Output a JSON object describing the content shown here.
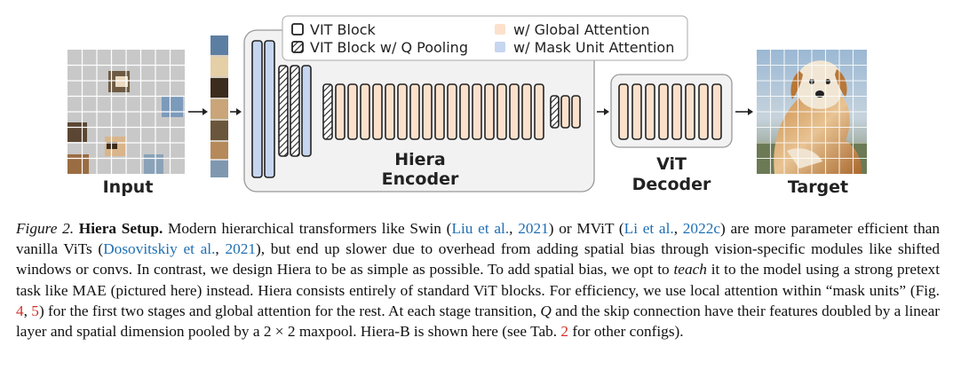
{
  "figure": {
    "legend": {
      "vit_block": "VIT Block",
      "vit_block_qpool": "VIT Block w/ Q Pooling",
      "global_attention": "w/ Global Attention",
      "mask_unit_attention": "w/ Mask Unit Attention"
    },
    "labels": {
      "input": "Input",
      "encoder_line1": "Hiera",
      "encoder_line2": "Encoder",
      "decoder_line1": "ViT",
      "decoder_line2": "Decoder",
      "target": "Target"
    },
    "colors": {
      "mask_unit_block": "#c6d6f0",
      "global_block": "#fbe1cc",
      "block_border": "#222222",
      "mask_grey": "#c8c8c8",
      "encoder_panel": "#f2f2f2"
    }
  },
  "caption": {
    "figure_label": "Figure 2.",
    "title": "Hiera Setup.",
    "t1": " Modern hierarchical transformers like Swin (",
    "cite_liu": "Liu et al.",
    "c1": ", ",
    "cite_liu_year": "2021",
    "t2": ") or MViT (",
    "cite_li": "Li et al.",
    "c2": ", ",
    "cite_li_year": "2022c",
    "t3": ") are more parameter efficient than vanilla ViTs (",
    "cite_dos": "Dosovitskiy et al.",
    "c3": ", ",
    "cite_dos_year": "2021",
    "t4": "), but end up slower due to overhead from adding spatial bias through vision-specific modules like shifted windows or convs. In contrast, we design Hiera to be as simple as possible. To add spatial bias, we opt to ",
    "teach": "teach",
    "t5": " it to the model using a strong pretext task like MAE (pictured here) instead. Hiera consists entirely of standard ViT blocks. For efficiency, we use local attention within “mask units” (Fig. ",
    "ref_fig4": "4",
    "c4": ", ",
    "ref_fig5": "5",
    "t6": ") for the first two stages and global attention for the rest. At each stage transition, ",
    "q": "Q",
    "t7": " and the skip connection have their features doubled by a linear layer and spatial dimension pooled by a 2 × 2 maxpool. Hiera-B is shown here (see Tab. ",
    "ref_tab2": "2",
    "t8": " for other configs)."
  }
}
